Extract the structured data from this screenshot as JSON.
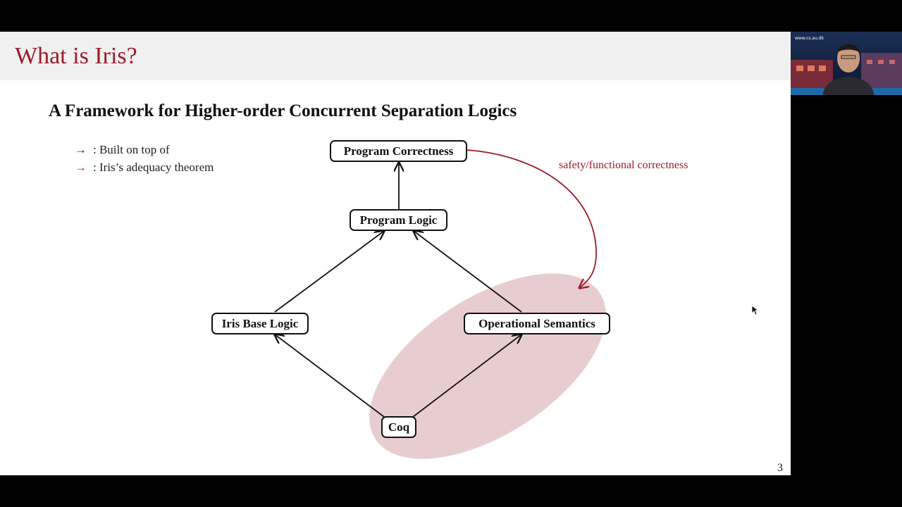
{
  "slide": {
    "title": "What is Iris?",
    "subtitle": "A Framework for Higher-order Concurrent Separation Logics",
    "page_number": "3",
    "legend": [
      {
        "arrow": "→",
        "text": ": Built on top of",
        "color": "black"
      },
      {
        "arrow": "→",
        "text": ": Iris’s adequacy theorem",
        "color": "#9b1b2a"
      }
    ],
    "nodes": {
      "program_correctness": "Program Correctness",
      "program_logic": "Program Logic",
      "iris_base_logic": "Iris Base Logic",
      "operational_semantics": "Operational Semantics",
      "coq": "Coq"
    },
    "adequacy_label": "safety/functional correctness"
  },
  "webcam": {
    "url_text": "www.cs.au.dk"
  },
  "colors": {
    "accent": "#9b1b2a",
    "ellipse": "#e8cdd0",
    "title_bar": "#f1f0f0"
  }
}
